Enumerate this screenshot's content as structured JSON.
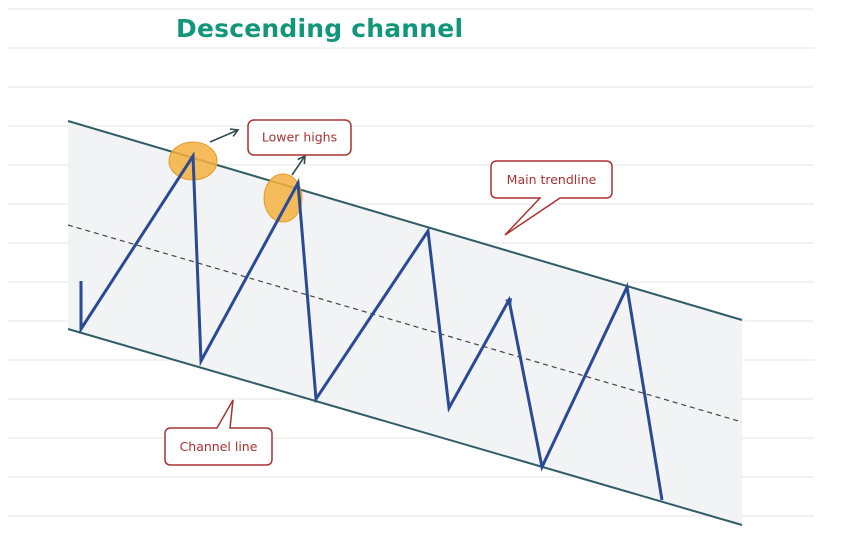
{
  "title": "Descending channel",
  "labels": {
    "lower_highs": "Lower highs",
    "main_trendline": "Main trendline",
    "channel_line": "Channel line"
  },
  "colors": {
    "title": "#12967a",
    "channel_lines": "#2f5e66",
    "price_path": "#2b4a94",
    "channel_fill": "#f2f3f4",
    "highlight": "#f5b040",
    "callout_border": "#a83232",
    "gridline": "#e6e6e6"
  }
}
